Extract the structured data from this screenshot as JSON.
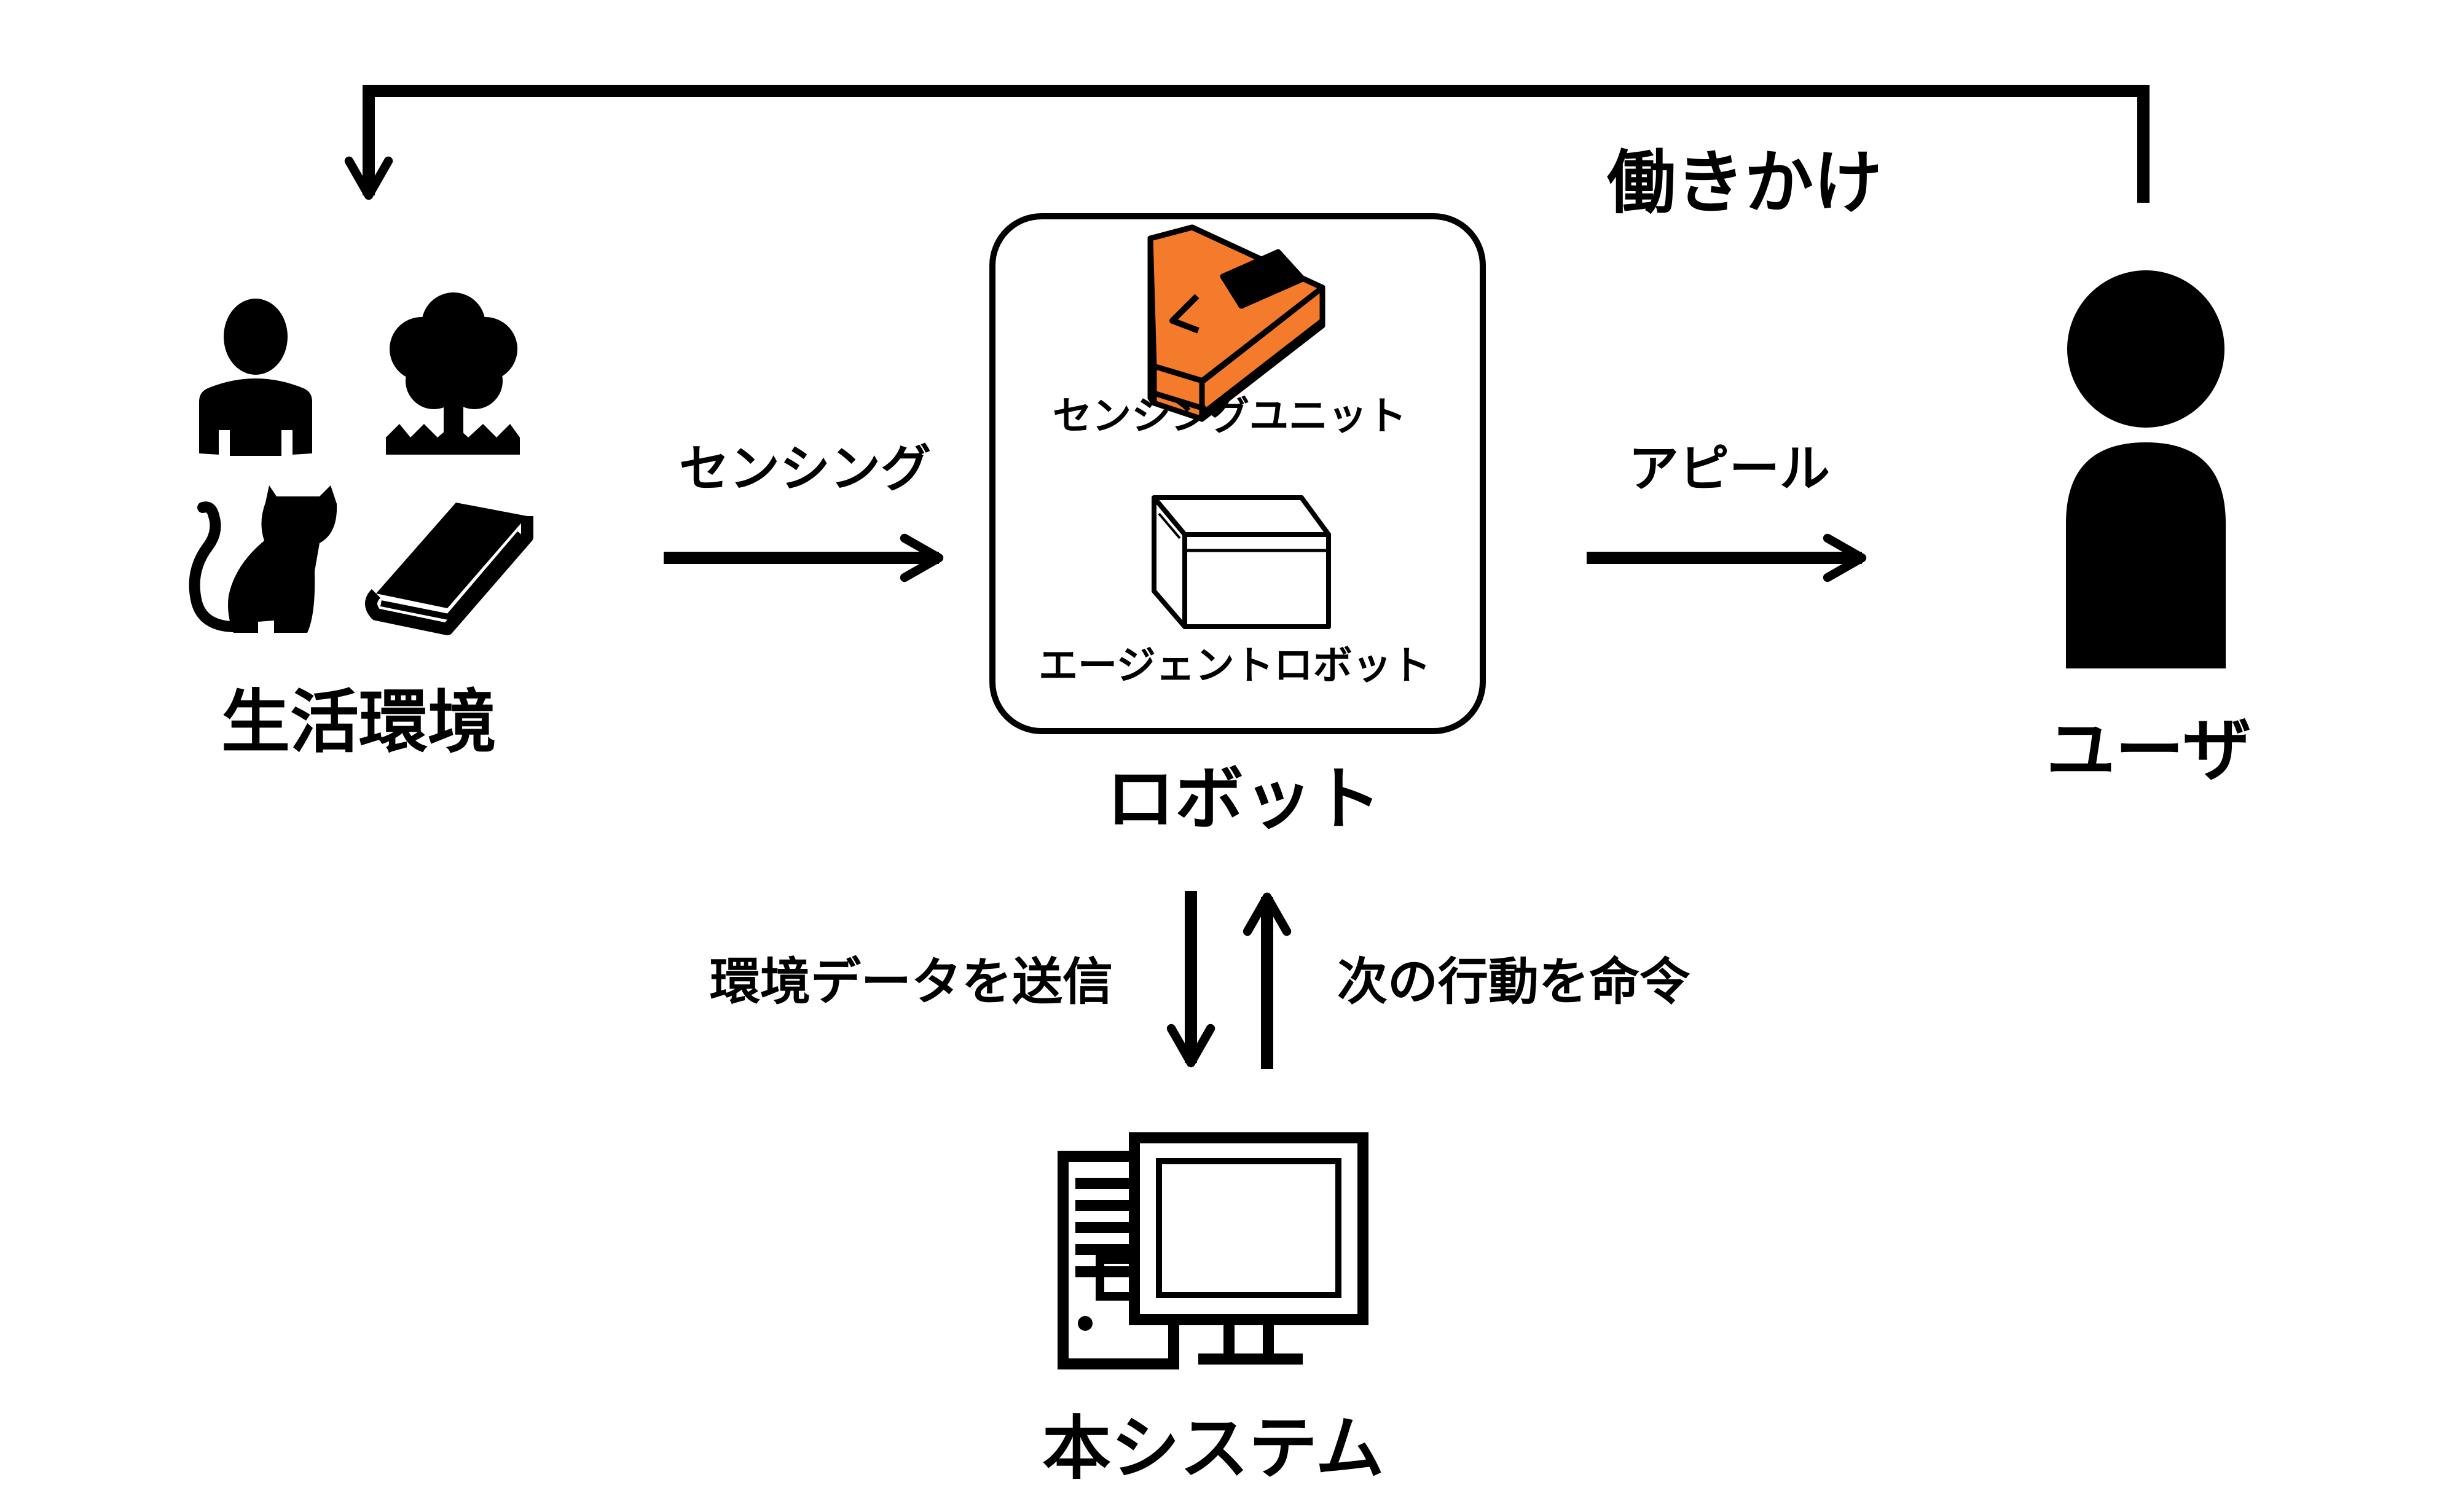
{
  "labels": {
    "environment": "生活環境",
    "robot": "ロボット",
    "user": "ユーザ",
    "system": "本システム",
    "sensing": "センシング",
    "appeal": "アピール",
    "influence": "働きかけ",
    "send_data": "環境データを送信",
    "command": "次の行動を命令",
    "sensing_unit": "センシングユニット",
    "agent_robot": "エージェントロボット"
  },
  "colors": {
    "ink": "#000000",
    "sensing_unit_orange": "#f47a2c",
    "background": "#ffffff"
  },
  "icons": [
    "person-icon",
    "tree-icon",
    "cat-icon",
    "book-icon",
    "sensing-unit-icon",
    "agent-robot-icon",
    "user-icon",
    "computer-icon"
  ]
}
